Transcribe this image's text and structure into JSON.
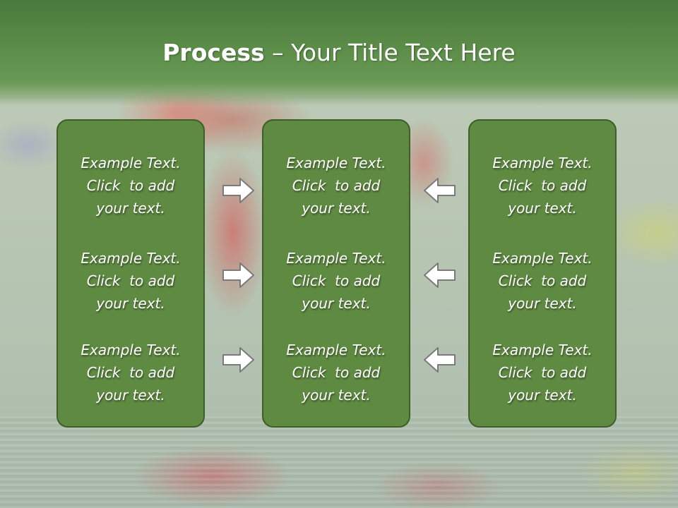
{
  "slide": {
    "title_bold": "Process",
    "title_sep": " – ",
    "title_rest": "Your Title Text Here"
  },
  "columns": [
    {
      "items": [
        "Example Text.\nClick  to add\nyour text.",
        "Example Text.\nClick  to add\nyour text.",
        "Example Text.\nClick  to add\nyour text."
      ]
    },
    {
      "items": [
        "Example Text.\nClick  to add\nyour text.",
        "Example Text.\nClick  to add\nyour text.",
        "Example Text.\nClick  to add\nyour text."
      ]
    },
    {
      "items": [
        "Example Text.\nClick  to add\nyour text.",
        "Example Text.\nClick  to add\nyour text.",
        "Example Text.\nClick  to add\nyour text."
      ]
    }
  ],
  "arrows": {
    "left_set": "arrow-right-icon",
    "right_set": "arrow-left-icon"
  },
  "colors": {
    "box_fill": "#5f8a42",
    "box_border": "#3e5e2a",
    "title_band": "#5b8d48",
    "arrow_fill": "#ffffff",
    "arrow_stroke": "#7a7a7a"
  }
}
